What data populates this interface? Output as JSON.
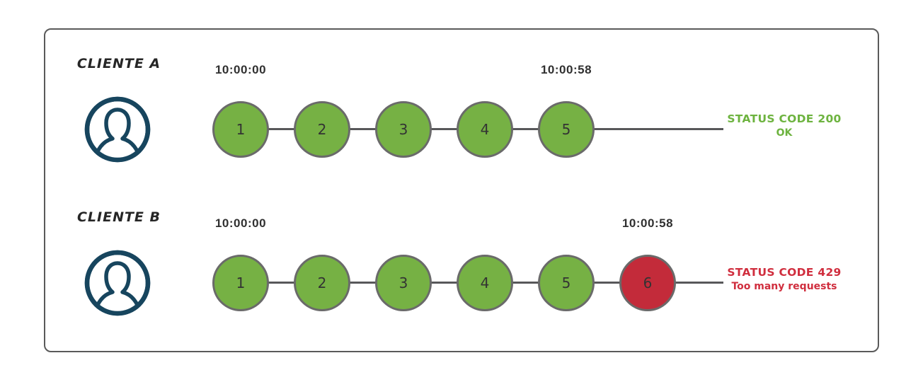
{
  "colors": {
    "success_fill": "#76b144",
    "success_text": "#6db33f",
    "error_fill": "#c32b3a",
    "error_text": "#d02e3e",
    "circle_border": "#6a6a6a",
    "timeline_line": "#58585a",
    "frame_border": "#5a5a5a",
    "timestamp_text": "#303030",
    "client_label_text": "#262626",
    "avatar_stroke": "#17455e"
  },
  "rows": [
    {
      "client_label": "CLIENTE A",
      "avatar_icon": "person-avatar-icon",
      "start_time": "10:00:00",
      "end_time": "10:00:58",
      "requests": [
        {
          "label": "1",
          "status": "success"
        },
        {
          "label": "2",
          "status": "success"
        },
        {
          "label": "3",
          "status": "success"
        },
        {
          "label": "4",
          "status": "success"
        },
        {
          "label": "5",
          "status": "success"
        }
      ],
      "status_type": "success",
      "status_code_text": "STATUS CODE 200",
      "status_message_text": "OK"
    },
    {
      "client_label": "CLIENTE B",
      "avatar_icon": "person-avatar-icon",
      "start_time": "10:00:00",
      "end_time": "10:00:58",
      "requests": [
        {
          "label": "1",
          "status": "success"
        },
        {
          "label": "2",
          "status": "success"
        },
        {
          "label": "3",
          "status": "success"
        },
        {
          "label": "4",
          "status": "success"
        },
        {
          "label": "5",
          "status": "success"
        },
        {
          "label": "6",
          "status": "error"
        }
      ],
      "status_type": "error",
      "status_code_text": "STATUS CODE 429",
      "status_message_text": "Too many requests"
    }
  ]
}
